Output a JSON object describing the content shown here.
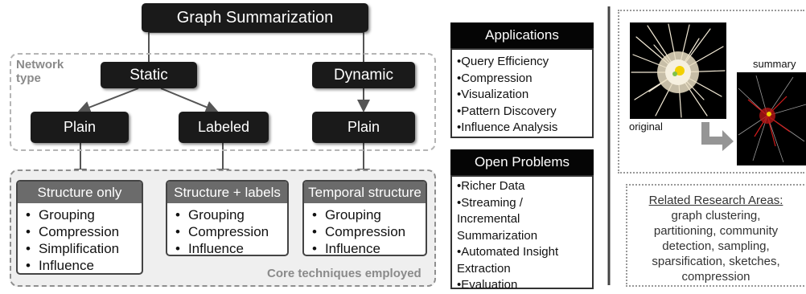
{
  "title": "Graph Summarization",
  "network_type_label": [
    "Network",
    "type"
  ],
  "nodes": {
    "static": "Static",
    "dynamic": "Dynamic",
    "plain_static": "Plain",
    "labeled": "Labeled",
    "plain_dynamic": "Plain"
  },
  "techniques": [
    {
      "header": "Structure only",
      "items": [
        "Grouping",
        "Compression",
        "Simplification",
        "Influence"
      ]
    },
    {
      "header": "Structure + labels",
      "items": [
        "Grouping",
        "Compression",
        "Influence"
      ]
    },
    {
      "header": "Temporal structure",
      "items": [
        "Grouping",
        "Compression",
        "Influence"
      ]
    }
  ],
  "core_label": "Core techniques employed",
  "applications": {
    "title": "Applications",
    "items": [
      "•Query Efficiency",
      "•Compression",
      "•Visualization",
      "•Pattern Discovery",
      "•Influence Analysis"
    ]
  },
  "open_problems": {
    "title": "Open Problems",
    "items": [
      "•Richer Data",
      "•Streaming /",
      "Incremental",
      "Summarization",
      "•Automated Insight",
      "Extraction",
      "•Evaluation"
    ]
  },
  "figure": {
    "original_label": "original",
    "summary_label": "summary"
  },
  "related": {
    "title": "Related Research Areas:",
    "lines": [
      "graph clustering,",
      "partitioning, community",
      "detection, sampling,",
      "sparsification, sketches,",
      "compression"
    ]
  }
}
